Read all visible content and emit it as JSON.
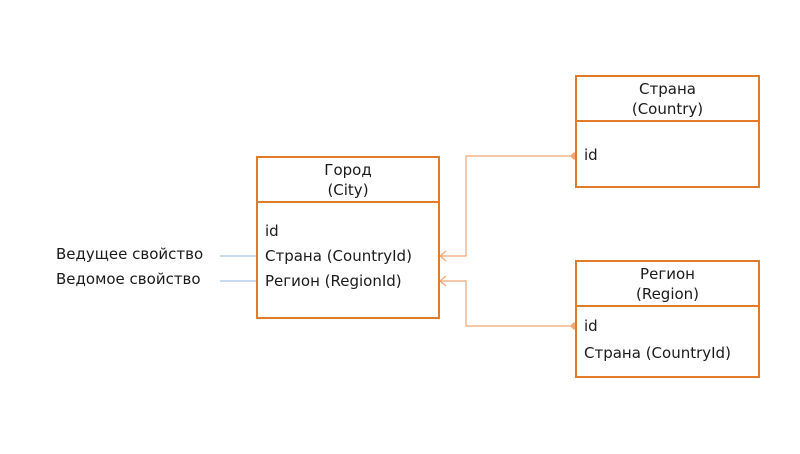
{
  "colors": {
    "entity_border": "#e07b2a",
    "relation_line": "#f0a874",
    "label_line": "#8fb4e0",
    "text": "#1a1a1a"
  },
  "entities": {
    "city": {
      "title": "Город",
      "subtitle": "(City)",
      "fields": [
        "id",
        "Страна (CountryId)",
        "Регион (RegionId)"
      ]
    },
    "country": {
      "title": "Страна",
      "subtitle": "(Country)",
      "fields": [
        "id"
      ]
    },
    "region": {
      "title": "Регион",
      "subtitle": "(Region)",
      "fields": [
        "id",
        "Страна (CountryId)"
      ]
    }
  },
  "labels": {
    "principal": "Ведущее свойство",
    "dependent": "Ведомое свойство"
  }
}
